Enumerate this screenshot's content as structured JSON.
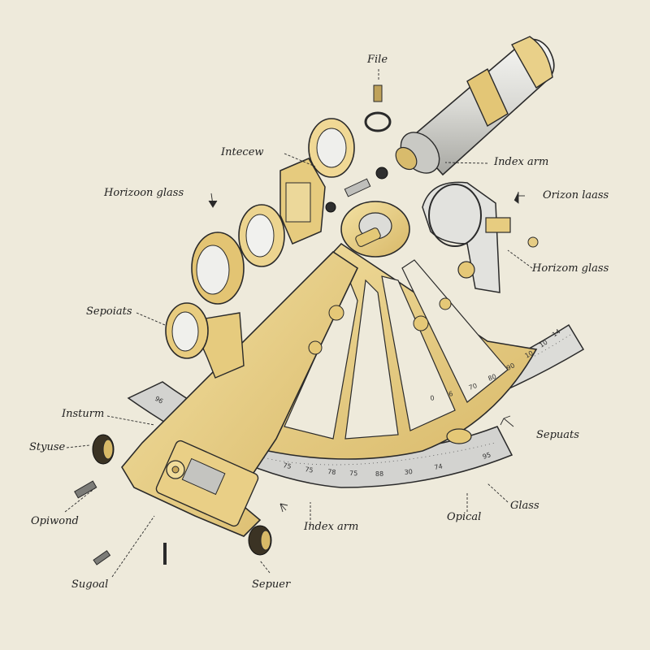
{
  "labels": {
    "file": "File",
    "intecew": "Intecew",
    "index_arm_top": "Index аrm",
    "horizoon_glass": "Horizoon glass",
    "orizon_laass": "Orizon laass",
    "horizom_glass": "Horizom glass",
    "sepoiats": "Sepoiats",
    "insturm": "Insturm",
    "styuse": "Styuse",
    "sepuats": "Sepuats",
    "opiwond": "Opiwond",
    "index_arm_bottom": "Index arm",
    "opical": "Opical",
    "glass": "Glass",
    "sugoal": "Sugoal",
    "sepuer": "Sepuer"
  },
  "scale_ticks": [
    "75",
    "75",
    "78",
    "75",
    "88",
    "30",
    "74",
    "95"
  ],
  "inner_ticks": [
    "0",
    "6",
    "70",
    "80",
    "90",
    "10",
    "10",
    "14"
  ],
  "left_tick": "96",
  "colors": {
    "background": "#eeeadb",
    "brass": "#e6cd85",
    "brass_dark": "#b8964a",
    "scale": "#cfcfcf",
    "line": "#2a2a2a"
  }
}
